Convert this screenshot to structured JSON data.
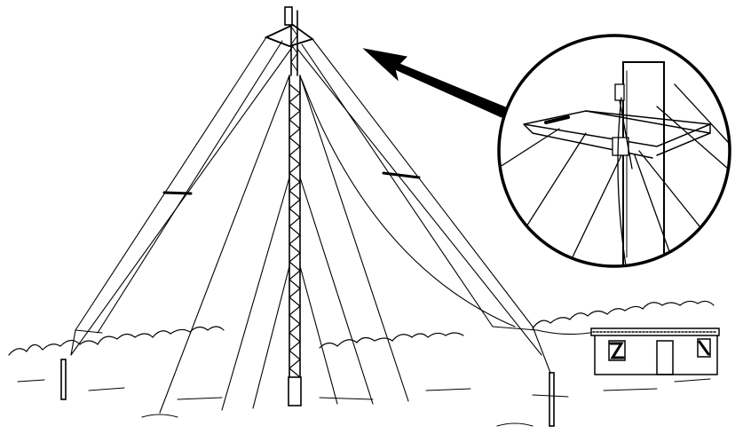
{
  "illustration": {
    "subject_icons": [
      "lattice-tower",
      "guy-wires",
      "inset-detail-circle",
      "pointer-arrow",
      "radio-shack-building",
      "shrubbery"
    ],
    "colors": {
      "ink": "#000000",
      "background": "#ffffff"
    }
  }
}
